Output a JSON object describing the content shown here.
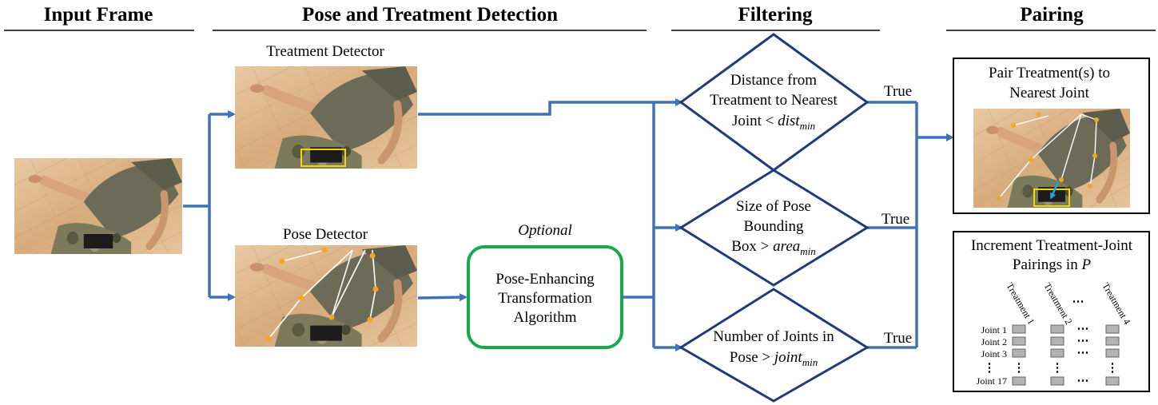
{
  "headers": {
    "input": "Input Frame",
    "detection": "Pose and Treatment Detection",
    "filtering": "Filtering",
    "pairing": "Pairing"
  },
  "detectors": {
    "treatment_label": "Treatment Detector",
    "pose_label": "Pose Detector"
  },
  "transform": {
    "optional_label": "Optional",
    "line1": "Pose-Enhancing",
    "line2": "Transformation",
    "line3": "Algorithm"
  },
  "filters": {
    "dist": {
      "line1": "Distance from",
      "line2": "Treatment to Nearest",
      "line3_prefix": "Joint < ",
      "var": "dist",
      "sub": "min"
    },
    "area": {
      "line1": "Size of Pose",
      "line2": "Bounding",
      "line3_prefix": "Box > ",
      "var": "area",
      "sub": "min"
    },
    "joint": {
      "line1": "Number of Joints in",
      "line2_prefix": "Pose > ",
      "var": "joint",
      "sub": "min"
    },
    "true_label": "True"
  },
  "pairing": {
    "pair_line1": "Pair Treatment(s) to",
    "pair_line2": "Nearest Joint",
    "inc_line1": "Increment Treatment-Joint",
    "inc_line2_prefix": "Pairings in ",
    "inc_var": "P",
    "treatment_cols": [
      "Treatment 1",
      "Treatment 2",
      "Treatment 4"
    ],
    "joint_rows": [
      "Joint 1",
      "Joint 2",
      "Joint 3",
      "Joint 17"
    ],
    "ellipsis": "⋯",
    "vdots": "⋮"
  },
  "colors": {
    "arrow": "#3f72b8",
    "diamond_border": "#1f3b78",
    "transform_border": "#16a94c",
    "detection_box": "#f0d800",
    "keypoint": "#f5a623",
    "pairing_arrow": "#1aa7e0"
  }
}
